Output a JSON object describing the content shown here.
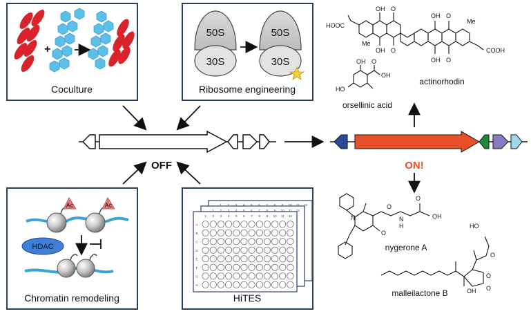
{
  "panels": {
    "coculture": "Coculture",
    "ribosome": "Ribosome engineering",
    "chromatin": "Chromatin remodeling",
    "hites": "HiTES"
  },
  "ribosome_labels": {
    "large_before": "50S",
    "small_before": "30S",
    "large_after": "50S",
    "small_after": "30S"
  },
  "chromatin_labels": {
    "acetyl_1": "Ac",
    "acetyl_2": "Ac",
    "enzyme": "HDAC"
  },
  "plate": {
    "columns": [
      "1",
      "2",
      "3",
      "4",
      "5",
      "6",
      "7",
      "8",
      "9",
      "10",
      "11",
      "12"
    ],
    "rows": [
      "A",
      "B",
      "C",
      "D",
      "E",
      "F",
      "G",
      "H"
    ]
  },
  "states": {
    "off": "OFF",
    "on": "ON!"
  },
  "compounds": {
    "actinorhodin": "actinorhodin",
    "orsellinic_acid": "orsellinic acid",
    "nygerone": "nygerone A",
    "malleilactone": "malleilactone B"
  },
  "chem_labels": {
    "cooh_left": "HOOC",
    "cooh_right": "COOH",
    "oh": "OH",
    "o": "O",
    "me": "Me",
    "ho": "HO",
    "n": "N",
    "h": "H"
  },
  "colors": {
    "panel_border": "#2a3f5f",
    "red_cells": "#d9232a",
    "blue_cells": "#5bbfe8",
    "gene_on": "#e8502a",
    "gene_navy": "#2c4a9a",
    "gene_green": "#1e8a3a",
    "gene_purple": "#8a7ac4",
    "gene_cyan": "#9fd6e8",
    "on_text": "#e8502a",
    "acetyl": "#e87c7c",
    "dna": "#3aa3d8",
    "star": "#f2d03a"
  }
}
